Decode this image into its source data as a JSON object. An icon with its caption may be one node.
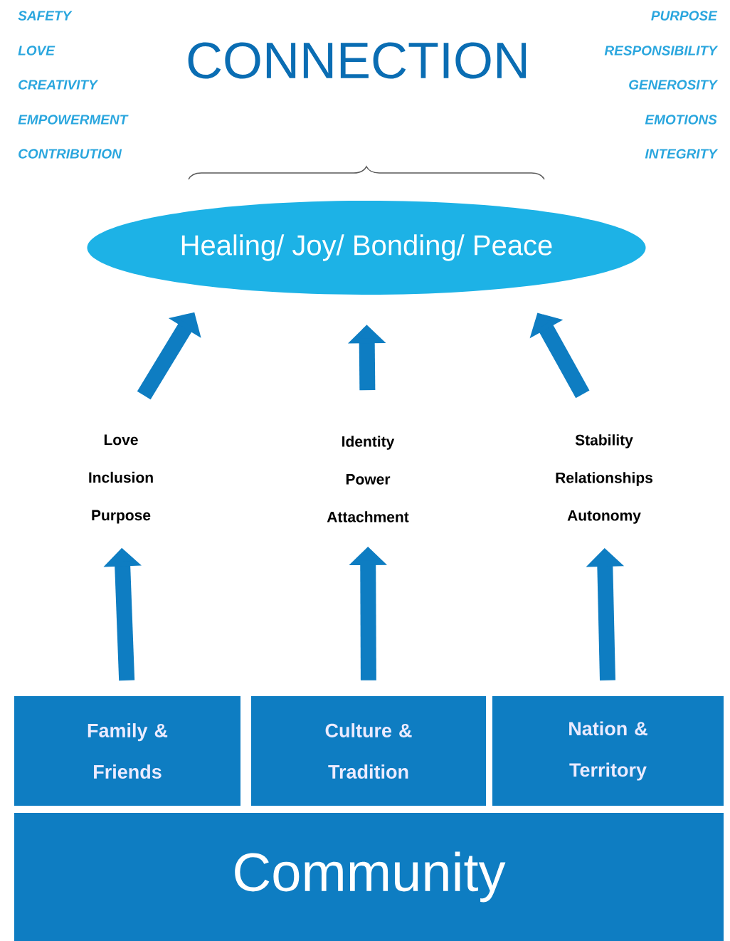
{
  "diagram": {
    "title": "CONNECTION",
    "nodes": [
      {
        "text": [
          "Healing/ Joy/ Bonding/ Peace"
        ]
      },
      {
        "text": [
          "Love",
          "Inclusion",
          "Purpose"
        ]
      },
      {
        "text": [
          "Identity",
          "Power",
          "Attachment"
        ]
      },
      {
        "text": [
          "Stability",
          "Relationships",
          "Autonomy"
        ]
      },
      {
        "text": [
          "Family & Friends"
        ]
      },
      {
        "text": [
          "Culture & Tradition"
        ]
      },
      {
        "text": [
          "Nation & Territory"
        ]
      },
      {
        "text": [
          "Community"
        ]
      }
    ],
    "edges": [
      {
        "from": 1,
        "to": 0,
        "arrow": "to"
      },
      {
        "from": 2,
        "to": 0,
        "arrow": "to"
      },
      {
        "from": 3,
        "to": 0,
        "arrow": "to"
      },
      {
        "from": 4,
        "to": 1,
        "arrow": "to"
      },
      {
        "from": 5,
        "to": 2,
        "arrow": "to"
      },
      {
        "from": 6,
        "to": 3,
        "arrow": "to"
      }
    ],
    "labels": [
      "SAFETY",
      "LOVE",
      "CREATIVITY",
      "EMPOWERMENT",
      "CONTRIBUTION",
      "PURPOSE",
      "RESPONSIBILITY",
      "GENEROSITY",
      "EMOTIONS",
      "INTEGRITY"
    ]
  }
}
